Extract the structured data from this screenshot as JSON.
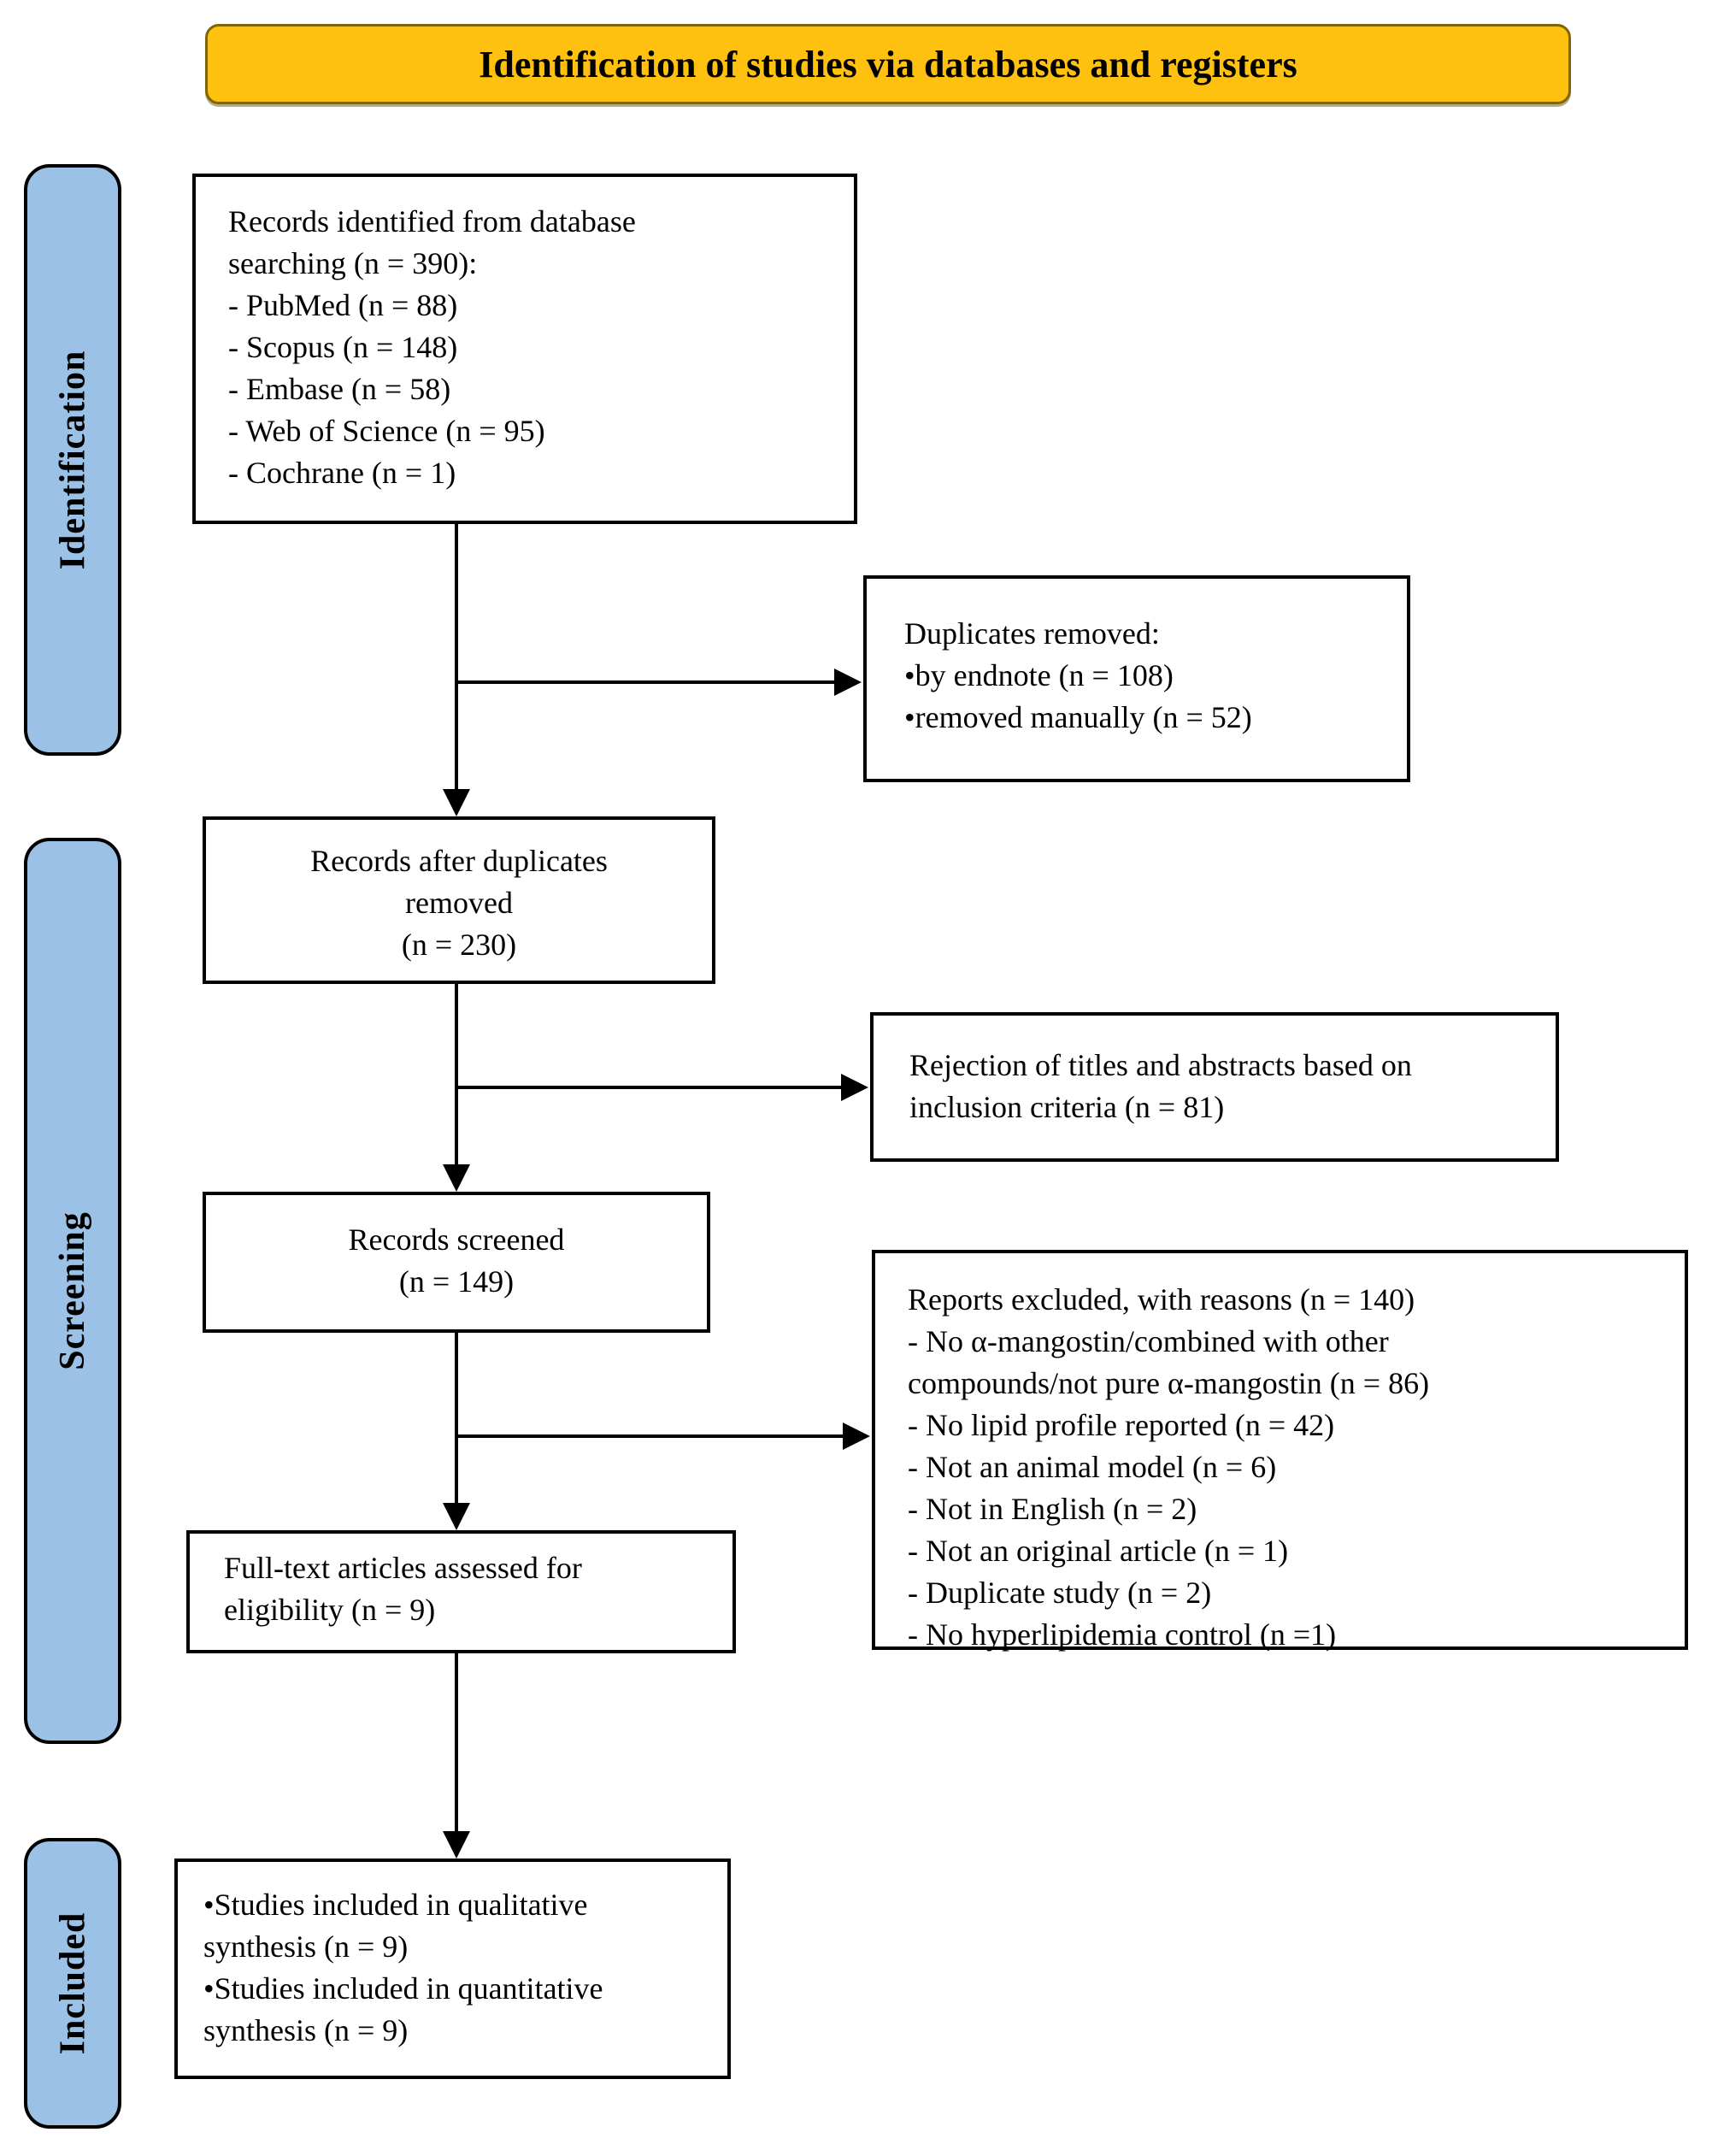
{
  "colors": {
    "background": "#FFFFFF",
    "banner_fill": "#FEC10F",
    "banner_border": "#806600",
    "stage_pill_fill": "#9BC2E6",
    "stage_pill_border": "#000000",
    "box_fill": "#FFFFFF",
    "box_border": "#000000",
    "arrow": "#000000",
    "text": "#000000"
  },
  "banner": {
    "title": "Identification of studies via databases and registers"
  },
  "stages": [
    {
      "label": "Identification"
    },
    {
      "label": "Screening"
    },
    {
      "label": "Included"
    }
  ],
  "boxes": {
    "identified": {
      "text": "Records identified from database\nsearching (n = 390):\n- PubMed (n = 88)\n- Scopus (n = 148)\n- Embase (n = 58)\n- Web of Science (n = 95)\n- Cochrane (n = 1)"
    },
    "duplicates_removed": {
      "text": "Duplicates removed:\n•by endnote (n = 108)\n•removed manually (n = 52)"
    },
    "after_duplicates": {
      "text": "Records after duplicates\nremoved\n(n = 230)"
    },
    "rejection": {
      "text": "Rejection of titles and abstracts based on\ninclusion criteria (n = 81)"
    },
    "screened": {
      "text": "Records screened\n(n = 149)"
    },
    "reports_excluded": {
      "text": "Reports excluded, with reasons (n = 140)\n- No α-mangostin/combined with other\ncompounds/not pure α-mangostin (n = 86)\n- No lipid profile reported (n = 42)\n- Not an animal model (n = 6)\n- Not in English (n = 2)\n- Not an original article (n = 1)\n- Duplicate study (n = 2)\n- No hyperlipidemia control (n =1)"
    },
    "fulltext_assessed": {
      "text": "Full-text articles assessed for\neligibility (n = 9)"
    },
    "studies_included": {
      "text": "•Studies included in qualitative\nsynthesis (n = 9)\n•Studies included in quantitative\nsynthesis (n = 9)"
    }
  }
}
